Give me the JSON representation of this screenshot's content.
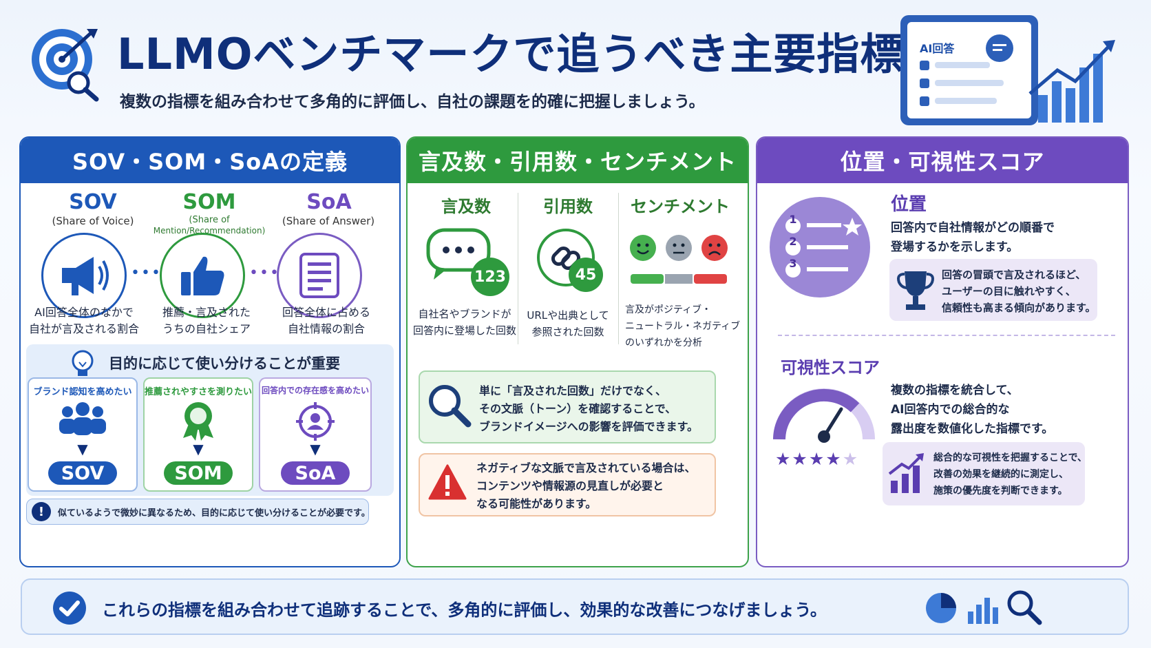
{
  "header": {
    "title": "LLMOベンチマークで追うべき主要指標",
    "subtitle": "複数の指標を組み合わせて多角的に評価し、自社の課題を的確に把握しましょう。",
    "mockup_label": "AI回答"
  },
  "panel1": {
    "heading": "SOV・SOM・SoAの定義",
    "metrics": [
      {
        "name": "SOV",
        "full": "(Share of Voice)",
        "desc1": "AI回答全体のなかで",
        "desc2": "自社が言及される割合"
      },
      {
        "name": "SOM",
        "full1": "(Share of",
        "full2": "Mention/Recommendation)",
        "desc1": "推薦・言及された",
        "desc2": "うちの自社シェア"
      },
      {
        "name": "SoA",
        "full": "(Share of Answer)",
        "desc1": "回答全体に占める",
        "desc2": "自社情報の割合"
      }
    ],
    "purpose_title": "目的に応じて使い分けることが重要",
    "uses": [
      {
        "goal": "ブランド認知を高めたい",
        "metric": "SOV"
      },
      {
        "goal": "推薦されやすさを測りたい",
        "metric": "SOM"
      },
      {
        "goal": "回答内での存在感を高めたい",
        "metric": "SoA"
      }
    ],
    "note": "似ているようで微妙に異なるため、目的に応じて使い分けることが必要です。"
  },
  "panel2": {
    "heading": "言及数・引用数・センチメント",
    "cols": [
      {
        "title": "言及数",
        "badge": "123",
        "desc1": "自社名やブランドが",
        "desc2": "回答内に登場した回数"
      },
      {
        "title": "引用数",
        "badge": "45",
        "desc1": "URLや出典として",
        "desc2": "参照された回数"
      },
      {
        "title": "センチメント",
        "desc1": "言及がポジティブ・",
        "desc2": "ニュートラル・ネガティブ",
        "desc3": "のいずれかを分析"
      }
    ],
    "info1": [
      "単に「言及された回数」だけでなく、",
      "その文脈（トーン）を確認することで、",
      "ブランドイメージへの影響を評価できます。"
    ],
    "info2": [
      "ネガティブな文脈で言及されている場合は、",
      "コンテンツや情報源の見直しが必要と",
      "なる可能性があります。"
    ]
  },
  "panel3": {
    "heading": "位置・可視性スコア",
    "position_title": "位置",
    "position_desc": [
      "回答内で自社情報がどの順番で",
      "登場するかを示します。"
    ],
    "list_numbers": [
      "1",
      "2",
      "3"
    ],
    "position_tip": [
      "回答の冒頭で言及されるほど、",
      "ユーザーの目に触れやすく、",
      "信頼性も高まる傾向があります。"
    ],
    "score_title": "可視性スコア",
    "score_desc": [
      "複数の指標を統合して、",
      "AI回答内での総合的な",
      "露出度を数値化した指標です。"
    ],
    "score_tip": [
      "総合的な可視性を把握することで、",
      "改善の効果を継続的に測定し、",
      "施策の優先度を判断できます。"
    ],
    "stars_filled": 4,
    "stars_total": 5
  },
  "footer": {
    "text": "これらの指標を組み合わせて追跡することで、多角的に評価し、効果的な改善につなげましょう。"
  },
  "colors": {
    "blue": "#1d58b8",
    "green": "#2e9a3e",
    "purple": "#6d4bbf",
    "navy": "#0f2f7a"
  }
}
